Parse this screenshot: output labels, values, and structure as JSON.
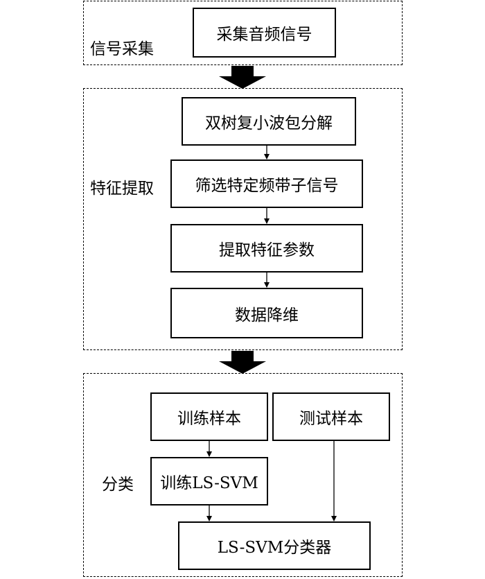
{
  "groups": {
    "acquisition": {
      "label": "信号采集"
    },
    "extraction": {
      "label": "特征提取"
    },
    "classification": {
      "label": "分类"
    }
  },
  "boxes": {
    "collect_audio": "采集音频信号",
    "dtcwpt": "双树复小波包分解",
    "select_band": "筛选特定频带子信号",
    "extract_params": "提取特征参数",
    "reduce_dim": "数据降维",
    "train_samples": "训练样本",
    "test_samples": "测试样本",
    "train_lssvm": "训练LS-SVM",
    "lssvm_classifier": "LS-SVM分类器"
  }
}
